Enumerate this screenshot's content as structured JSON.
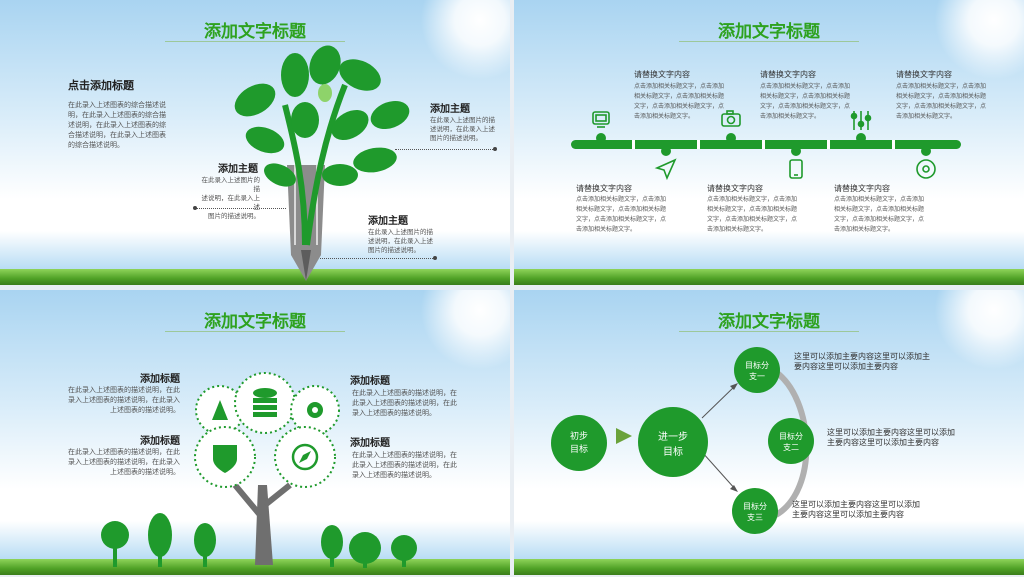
{
  "slide1": {
    "title": "添加文字标题",
    "main_heading": "点击添加标题",
    "main_text": [
      "在此录入上述图表的综合描述说",
      "明，在此录入上述图表的综合描",
      "述说明，在此录入上述图表的综",
      "合描述说明，在此录入上述图表",
      "的综合描述说明。"
    ],
    "callouts": [
      {
        "heading": "添加主题",
        "text": [
          "在此录入上述图片的描",
          "述说明，在此录入上述",
          "图片的描述说明。"
        ]
      },
      {
        "heading": "添加主题",
        "text": [
          "在此录入上述图片的描",
          "述说明，在此录入上述",
          "图片的描述说明。"
        ]
      },
      {
        "heading": "添加主题",
        "text": [
          "在此录入上述图片的描",
          "述说明，在此录入上述",
          "图片的描述说明。"
        ]
      }
    ]
  },
  "slide2": {
    "title": "添加文字标题",
    "top_items": [
      {
        "heading": "请替换文字内容",
        "text": [
          "点击添加相关标题文字，点击添加",
          "相关标题文字，点击添加相关标题",
          "文字，点击添加相关标题文字，点",
          "击添加相关标题文字。"
        ]
      },
      {
        "heading": "请替换文字内容",
        "text": [
          "点击添加相关标题文字，点击添加",
          "相关标题文字，点击添加相关标题",
          "文字，点击添加相关标题文字，点",
          "击添加相关标题文字。"
        ]
      },
      {
        "heading": "请替换文字内容",
        "text": [
          "点击添加相关标题文字，点击添加",
          "相关标题文字，点击添加相关标题",
          "文字，点击添加相关标题文字，点",
          "击添加相关标题文字。"
        ]
      }
    ],
    "bottom_items": [
      {
        "heading": "请替换文字内容",
        "text": [
          "点击添加相关标题文字，点击添加",
          "相关标题文字，点击添加相关标题",
          "文字，点击添加相关标题文字，点",
          "击添加相关标题文字。"
        ]
      },
      {
        "heading": "请替换文字内容",
        "text": [
          "点击添加相关标题文字，点击添加",
          "相关标题文字，点击添加相关标题",
          "文字，点击添加相关标题文字，点",
          "击添加相关标题文字。"
        ]
      },
      {
        "heading": "请替换文字内容",
        "text": [
          "点击添加相关标题文字，点击添加",
          "相关标题文字，点击添加相关标题",
          "文字，点击添加相关标题文字，点",
          "击添加相关标题文字。"
        ]
      }
    ],
    "icons": [
      "tv-icon",
      "paper-plane-icon",
      "camera-icon",
      "phone-icon",
      "sliders-icon",
      "disc-icon"
    ]
  },
  "slide3": {
    "title": "添加文字标题",
    "left": [
      {
        "heading": "添加标题",
        "text": [
          "在此录入上述图表的描述说明，在此",
          "录入上述图表的描述说明，在此录入",
          "上述图表的描述说明。"
        ]
      },
      {
        "heading": "添加标题",
        "text": [
          "在此录入上述图表的描述说明，在此",
          "录入上述图表的描述说明，在此录入",
          "上述图表的描述说明。"
        ]
      }
    ],
    "right": [
      {
        "heading": "添加标题",
        "text": [
          "在此录入上述图表的描述说明，在",
          "此录入上述图表的描述说明，在此",
          "录入上述图表的描述说明。"
        ]
      },
      {
        "heading": "添加标题",
        "text": [
          "在此录入上述图表的描述说明，在",
          "此录入上述图表的描述说明，在此",
          "录入上述图表的描述说明。"
        ]
      }
    ],
    "icons": [
      "cone-icon",
      "database-icon",
      "gear-icon",
      "shield-icon",
      "compass-icon"
    ]
  },
  "slide4": {
    "title": "添加文字标题",
    "start": [
      "初步",
      "目标"
    ],
    "mid": [
      "进一步",
      "目标"
    ],
    "branches": [
      {
        "label": [
          "目标分",
          "支一"
        ],
        "text": [
          "这里可以添加主要内容这里可以添加主",
          "要内容这里可以添加主要内容"
        ]
      },
      {
        "label": [
          "目标分",
          "支二"
        ],
        "text": [
          "这里可以添加主要内容这里可以添加",
          "主要内容这里可以添加主要内容"
        ]
      },
      {
        "label": [
          "目标分",
          "支三"
        ],
        "text": [
          "这里可以添加主要内容这里可以添加",
          "主要内容这里可以添加主要内容"
        ]
      }
    ]
  },
  "colors": {
    "green": "#1f9a2c",
    "title_green": "#2ea21f"
  }
}
